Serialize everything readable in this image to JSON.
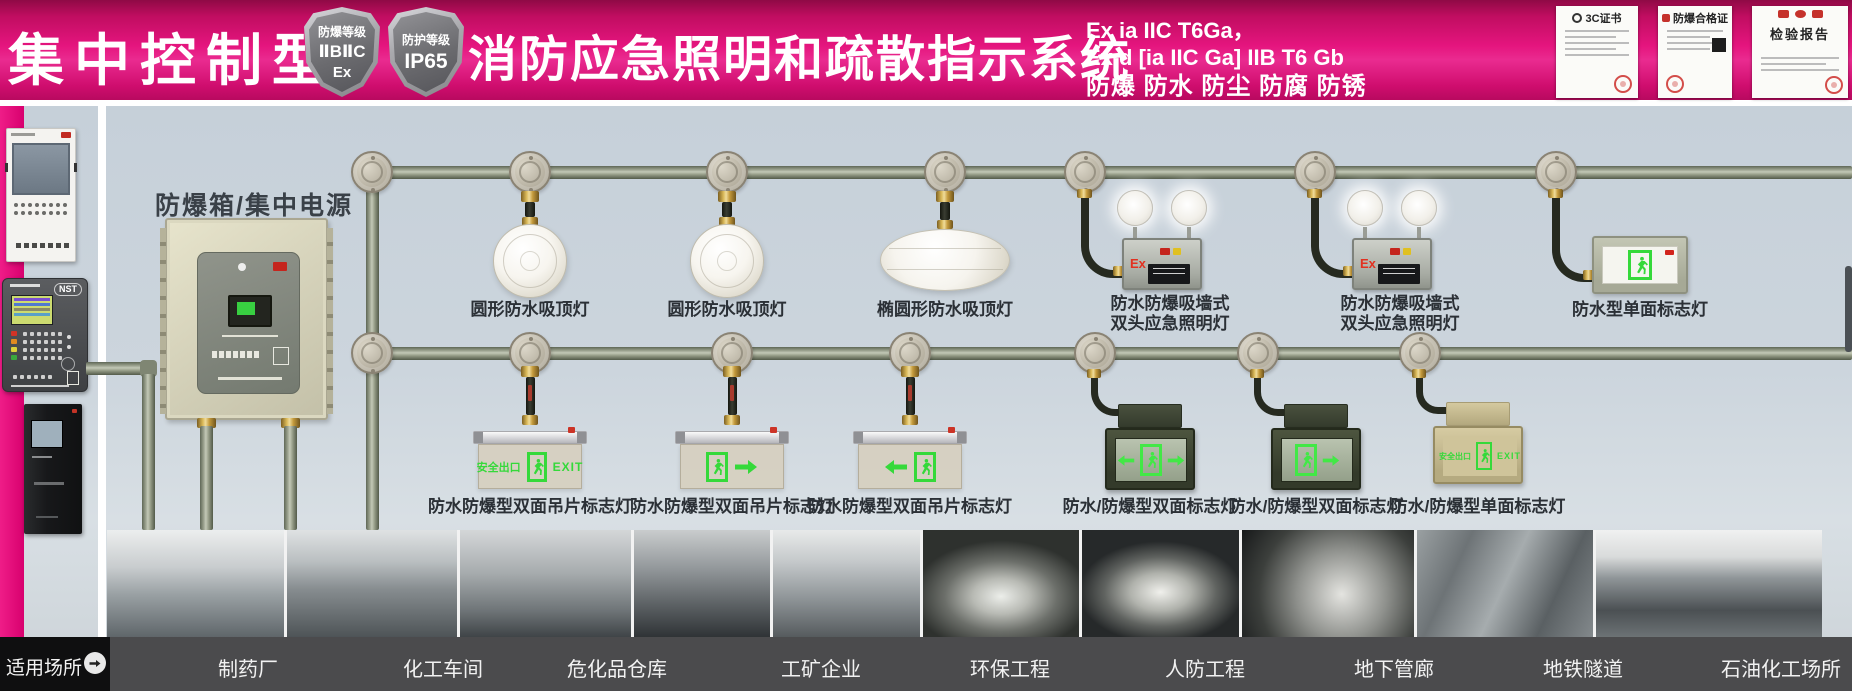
{
  "header": {
    "product_type": "集中控制型",
    "badges": [
      {
        "top": "防爆等级",
        "mid": "ⅡBⅡC",
        "bottom": "Ex"
      },
      {
        "top": "防护等级",
        "mid": "IP65"
      }
    ],
    "title": "消防应急照明和疏散指示系统",
    "specs": [
      "Ex ia IIC T6Ga，",
      "Ex d [ia IIC Ga] IIB T6 Gb"
    ],
    "features": "防爆 防水 防尘 防腐 防锈",
    "certificates": [
      "3C证书",
      "防爆合格证",
      "检验报告"
    ]
  },
  "sidebar": {
    "controller_logo": "NST"
  },
  "diagram": {
    "power_box_label": "防爆箱/集中电源",
    "ex_mark": "Ex",
    "sign_cn": "安全出口",
    "sign_en": "EXIT",
    "top_row": [
      {
        "label": "圆形防水吸顶灯"
      },
      {
        "label": "圆形防水吸顶灯"
      },
      {
        "label": "椭圆形防水吸顶灯"
      },
      {
        "label": "防水防爆吸墙式",
        "label2": "双头应急照明灯"
      },
      {
        "label": "防水防爆吸墙式",
        "label2": "双头应急照明灯"
      },
      {
        "label": "防水型单面标志灯"
      }
    ],
    "bottom_row": [
      {
        "label": "防水防爆型双面吊片标志灯"
      },
      {
        "label": "防水防爆型双面吊片标志灯"
      },
      {
        "label": "防水防爆型双面吊片标志灯"
      },
      {
        "label": "防水/防爆型双面标志灯"
      },
      {
        "label": "防水/防爆型双面标志灯"
      },
      {
        "label": "防水/防爆型单面标志灯"
      }
    ]
  },
  "nav": {
    "lead": "适用场所",
    "items": [
      "制药厂",
      "化工车间",
      "危化品仓库",
      "工矿企业",
      "环保工程",
      "人防工程",
      "地下管廊",
      "地铁隧道",
      "石油化工场所"
    ]
  },
  "colors": {
    "brand_pink": "#e5157e",
    "sign_green": "#35d93a",
    "nav_bg": "#4b4b4d"
  }
}
